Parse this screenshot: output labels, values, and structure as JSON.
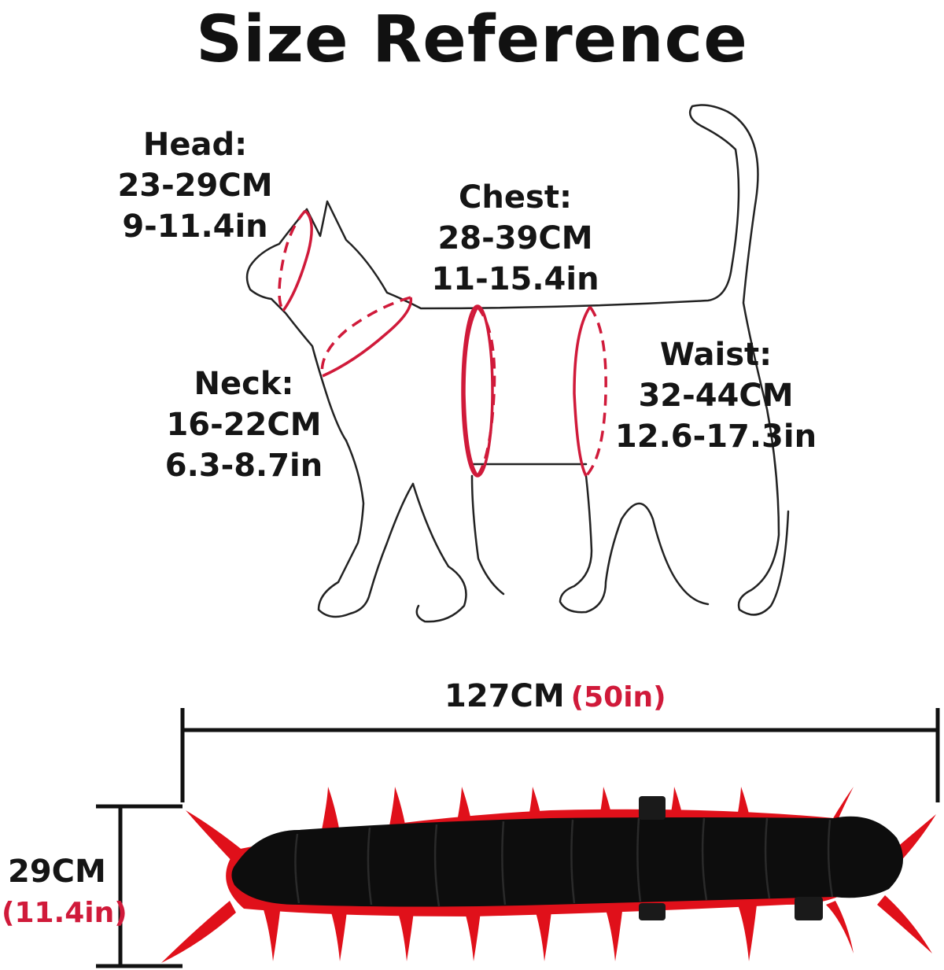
{
  "title": "Size Reference",
  "measurements": {
    "head": {
      "label": "Head:",
      "cm": "23-29CM",
      "inch": "9-11.4in"
    },
    "chest": {
      "label": "Chest:",
      "cm": "28-39CM",
      "inch": "11-15.4in"
    },
    "neck": {
      "label": "Neck:",
      "cm": "16-22CM",
      "inch": "6.3-8.7in"
    },
    "waist": {
      "label": "Waist:",
      "cm": "32-44CM",
      "inch": "12.6-17.3in"
    }
  },
  "product": {
    "length_cm": "127CM",
    "length_in": "(50in)",
    "height_cm": "29CM",
    "height_in": "(11.4in)"
  },
  "colors": {
    "accent_red": "#d01a3a",
    "costume_red": "#e0101a",
    "costume_black": "#0d0d0d",
    "text": "#151515"
  }
}
